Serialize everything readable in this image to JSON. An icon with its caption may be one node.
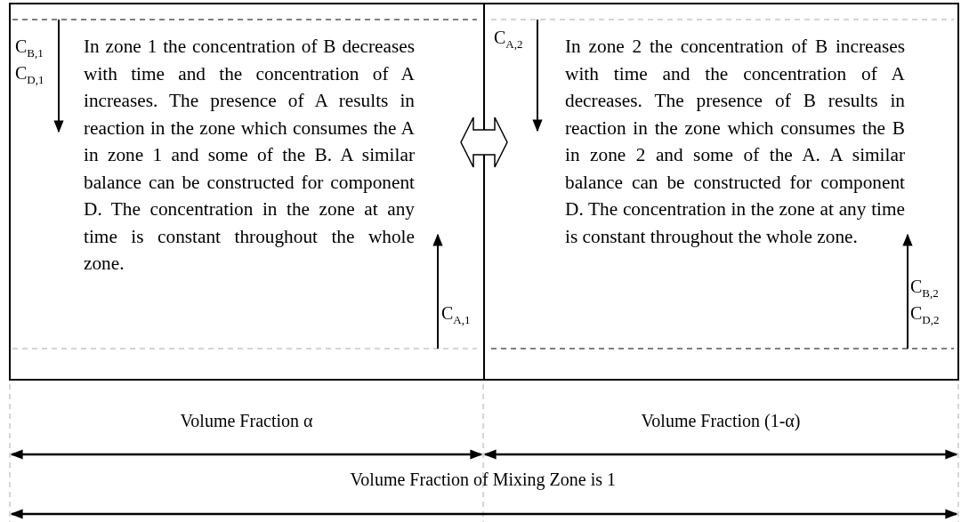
{
  "diagram": {
    "nodes": [
      {
        "text": [
          "In zone 1 the concentration of B decreases with time and the concentration of A increases. The presence of A results in reaction in the zone which consumes the A in zone 1 and some of the B. A similar balance can be constructed for component D. The concentration in the zone at any time is constant throughout the whole zone."
        ]
      },
      {
        "text": [
          "In zone 2 the concentration of B increases with time and the concentration of A decreases. The presence of B results in reaction in the zone which consumes the B in zone 2 and some of the A. A similar balance can be constructed for component D. The concentration in the zone at any time is constant throughout the whole zone."
        ]
      }
    ],
    "edges": [
      {
        "from": 0,
        "to": 1,
        "arrow": "both"
      }
    ],
    "labels": [
      "C$_{B,1}$",
      "C$_{D,1}$",
      "C$_{A,2}$",
      "C$_{A,1}$",
      "C$_{B,2}$",
      "C$_{D,2}$",
      "Volume Fraction α",
      "Volume Fraction (1-α)",
      "Volume Fraction of Mixing Zone is 1"
    ]
  }
}
